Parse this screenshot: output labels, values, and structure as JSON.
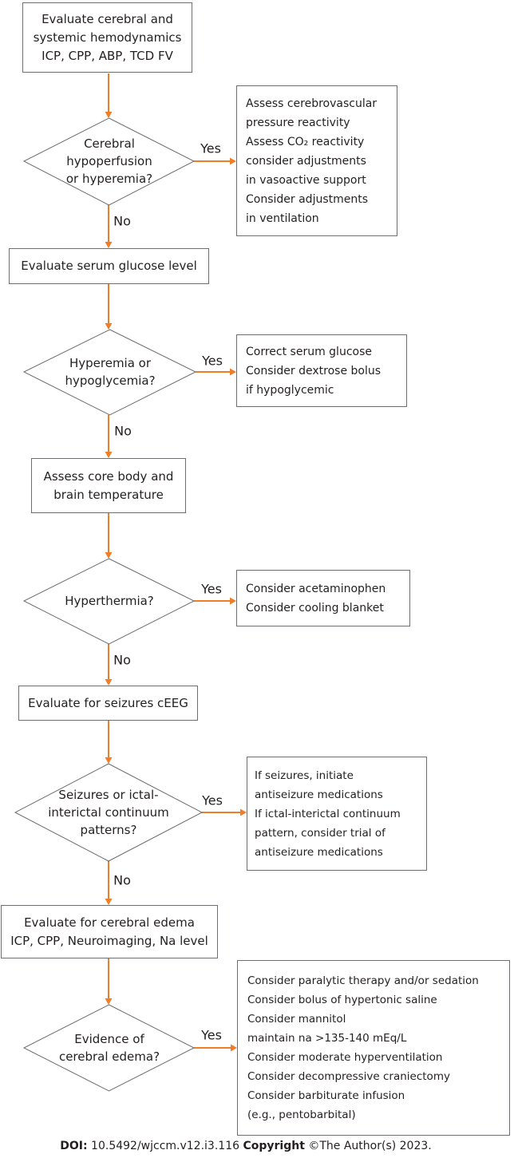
{
  "palette": {
    "arrow": "#f07e28",
    "border": "#6d6e71",
    "text": "#231f20"
  },
  "nodes": {
    "process1": {
      "lines": [
        "Evaluate cerebral and",
        "systemic hemodynamics",
        "ICP, CPP, ABP, TCD FV"
      ]
    },
    "decision1": {
      "lines": [
        "Cerebral",
        "hypoperfusion",
        "or hyperemia?"
      ]
    },
    "action1": {
      "lines": [
        "Assess cerebrovascular",
        "pressure reactivity",
        "Assess CO₂ reactivity",
        "consider adjustments",
        "in vasoactive support",
        "Consider adjustments",
        "in ventilation"
      ]
    },
    "process2": {
      "lines": [
        "Evaluate serum glucose level"
      ]
    },
    "decision2": {
      "lines": [
        "Hyperemia or",
        "hypoglycemia?"
      ]
    },
    "action2": {
      "lines": [
        "Correct serum glucose",
        "Consider dextrose bolus",
        "if hypoglycemic"
      ]
    },
    "process3": {
      "lines": [
        "Assess core body and",
        "brain temperature"
      ]
    },
    "decision3": {
      "lines": [
        "Hyperthermia?"
      ]
    },
    "action3": {
      "lines": [
        "Consider acetaminophen",
        "Consider cooling blanket"
      ]
    },
    "process4": {
      "lines": [
        "Evaluate for seizures cEEG"
      ]
    },
    "decision4": {
      "lines": [
        "Seizures or ictal-",
        "interictal continuum",
        "patterns?"
      ]
    },
    "action4": {
      "lines": [
        "If seizures, initiate",
        "antiseizure medications",
        "If ictal-interictal continuum",
        "pattern, consider trial of",
        "antiseizure medications"
      ]
    },
    "process5": {
      "lines": [
        "Evaluate for cerebral edema",
        "ICP, CPP, Neuroimaging, Na level"
      ]
    },
    "decision5": {
      "lines": [
        "Evidence of",
        "cerebral edema?"
      ]
    },
    "action5": {
      "lines": [
        "Consider paralytic therapy and/or sedation",
        "Consider bolus of hypertonic saline",
        "Consider mannitol",
        "maintain na >135-140 mEq/L",
        "Consider moderate hyperventilation",
        "Consider decompressive craniectomy",
        "Consider barbiturate infusion",
        "(e.g., pentobarbital)"
      ]
    }
  },
  "labels": {
    "yes": "Yes",
    "no": "No"
  },
  "footer": {
    "doi_label": "DOI:",
    "doi_text": " 10.5492/wjccm.v12.i3.116 ",
    "copyright_label": "Copyright",
    "copyright_text": " ©The Author(s) 2023."
  }
}
